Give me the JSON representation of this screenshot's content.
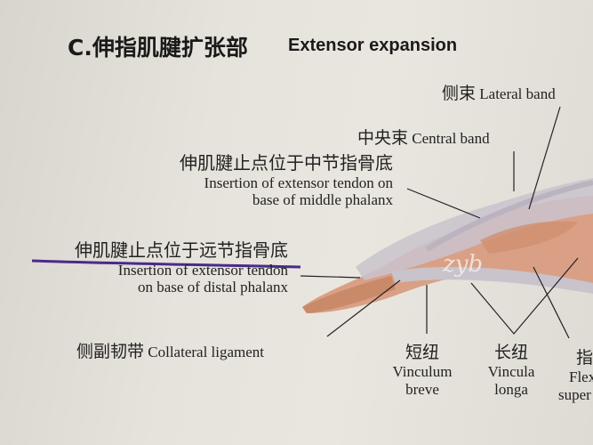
{
  "title": {
    "chinese": "C.伸指肌腱扩张部",
    "english": "Extensor expansion"
  },
  "labels": {
    "lateral_band": {
      "chinese": "侧束",
      "english": "Lateral band"
    },
    "central_band": {
      "chinese": "中央束",
      "english": "Central band"
    },
    "insertion_middle": {
      "chinese": "伸肌腱止点位于中节指骨底",
      "english_line1": "Insertion of extensor tendon on",
      "english_line2": "base of middle phalanx"
    },
    "insertion_distal": {
      "chinese": "伸肌腱止点位于远节指骨底",
      "english_line1": "Insertion of extensor tendon",
      "english_line2": "on base of distal phalanx"
    },
    "collateral_ligament": {
      "chinese": "侧副韧带",
      "english": "Collateral ligament"
    },
    "vinculum_breve": {
      "chinese": "短纽",
      "english_line1": "Vinculum",
      "english_line2": "breve"
    },
    "vincula_longa": {
      "chinese": "长纽",
      "english_line1": "Vincula",
      "english_line2": "longa"
    },
    "flexor_superficialis": {
      "chinese": "指",
      "english_line1": "Flex",
      "english_line2": "super"
    }
  },
  "annotations": {
    "underline_color": "#4a2a8a",
    "watermark": "zyb"
  },
  "colors": {
    "tendon": "#c9c3cc",
    "muscle": "#d49a7a",
    "paper": "#e6e3dc"
  }
}
